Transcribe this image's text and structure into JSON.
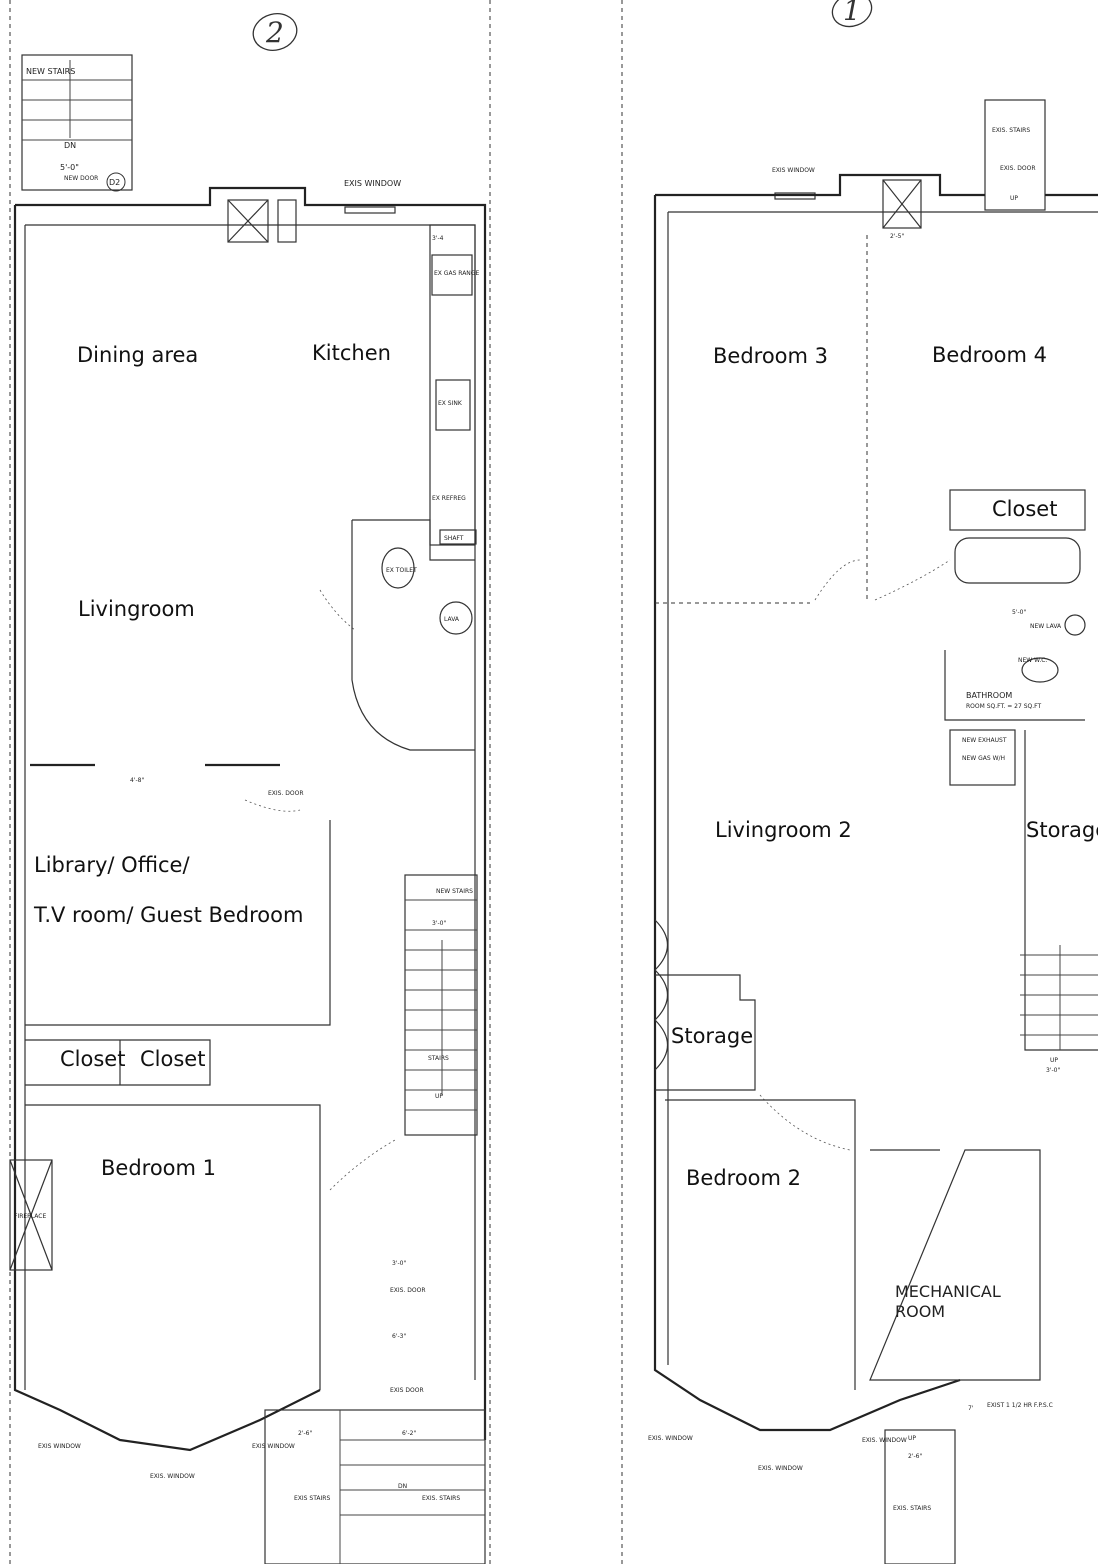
{
  "sheet_numbers": {
    "left": "2",
    "right": "1"
  },
  "left_plan": {
    "rooms": {
      "dining": "Dining area",
      "kitchen": "Kitchen",
      "living": "Livingroom",
      "library_line1": "Library/ Office/",
      "library_line2": "T.V room/ Guest Bedroom",
      "closet_a": "Closet",
      "closet_b": "Closet",
      "bedroom1": "Bedroom 1"
    },
    "notes": {
      "new_stairs_top": "NEW STAIRS",
      "dn_top": "DN",
      "dim_5_0": "5'-0\"",
      "new_door": "NEW DOOR",
      "door_tag": "D2",
      "exis_window_top": "EXIS WINDOW",
      "dim_3_4": "3'-4",
      "gas_range": "EX GAS RANGE",
      "sink": "EX SINK",
      "refreg": "EX REFREG",
      "shaft": "SHAFT",
      "toilet": "EX TOILET",
      "lava": "LAVA",
      "dim_4_8": "4'-8\"",
      "exis_door_mid": "EXIS. DOOR",
      "new_stairs_mid": "NEW STAIRS",
      "dim_3_0_mid": "3'-0\"",
      "stairs_mid": "STAIRS",
      "up_mid": "UP",
      "dim_3_0_low": "3'-0\"",
      "exis_door_low1": "EXIS. DOOR",
      "dim_6_3": "6'-3\"",
      "exis_door_low2": "EXIS DOOR",
      "dim_2_6": "2'-6\"",
      "dim_6_2": "6'-2\"",
      "exis_window_bl": "EXIS WINDOW",
      "exis_window_bm": "EXIS. WINDOW",
      "exis_window_br": "EXIS WINDOW",
      "exis_stairs_bottom": "EXIS STAIRS",
      "dn_bottom": "DN",
      "exis_stairs_bottom2": "EXIS. STAIRS",
      "fireplace": "FIREPLACE"
    }
  },
  "right_plan": {
    "rooms": {
      "bedroom3": "Bedroom 3",
      "bedroom4": "Bedroom 4",
      "closet": "Closet",
      "livingroom2": "Livingroom 2",
      "storage_right": "Storage",
      "storage_left": "Storage",
      "bedroom2": "Bedroom 2",
      "mechanical_line1": "MECHANICAL",
      "mechanical_line2": "ROOM"
    },
    "notes": {
      "exis_stairs_top": "EXIS. STAIRS",
      "exis_door_top": "EXIS. DOOR",
      "up_top": "UP",
      "exis_window_top": "EXIS WINDOW",
      "dim_2_5": "2'-5\"",
      "dim_5_0": "5'-0\"",
      "new_lava": "NEW LAVA",
      "new_toilet": "NEW W.C.",
      "bathroom": "BATHROOM",
      "bathroom_area": "ROOM SQ.FT. = 27 SQ.FT",
      "exhaust": "NEW EXHAUST",
      "new_gas": "NEW GAS W/H",
      "up_mid": "UP",
      "dim_3_0": "3'-0\"",
      "exist_fpsc": "EXIST 1 1/2 HR F.P.S.C",
      "dim_7": "7'",
      "exis_window_bl": "EXIS. WINDOW",
      "exis_window_bm": "EXIS. WINDOW",
      "exis_window_br": "EXIS. WINDOW",
      "up_bottom": "UP",
      "dim_2_6": "2'-6\"",
      "exis_stairs_bottom": "EXIS. STAIRS"
    }
  }
}
